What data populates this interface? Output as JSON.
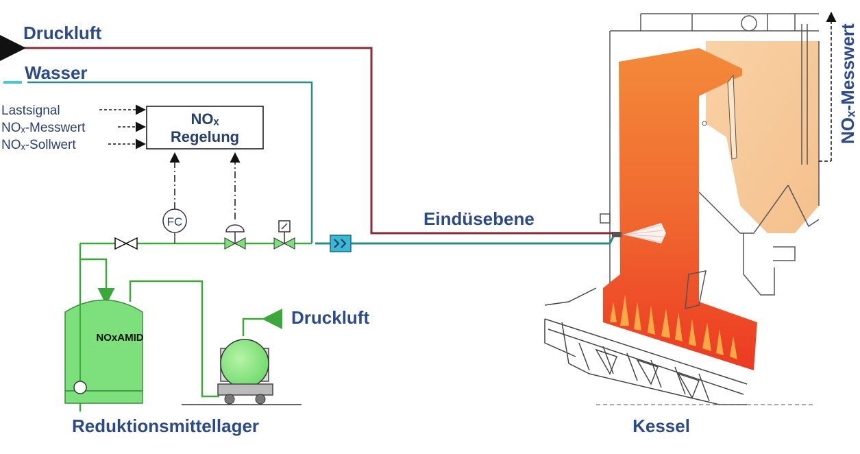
{
  "labels": {
    "druckluft_top": "Druckluft",
    "wasser": "Wasser",
    "lastsignal": "Lastsignal",
    "nox_messwert_in": "NOₓ-Messwert",
    "nox_sollwert_in": "NOₓ-Sollwert",
    "nox_regelung_line1": "NOₓ",
    "nox_regelung_line2": "Regelung",
    "fc": "FC",
    "eindusebene": "Eindüsebene",
    "druckluft_tank": "Druckluft",
    "noxamid": "NOxAMID",
    "reduktionsmittellager": "Reduktionsmittellager",
    "kessel": "Kessel",
    "nox_messwert_out": "NOₓ-Messwert"
  },
  "colors": {
    "label_blue": "#2a4a8a",
    "air_line": "#8a2a3a",
    "water_line": "#2a8a8a",
    "reagent_line": "#3aa83a",
    "tank_green": "#7de07d",
    "furnace_orange": "#f07a3a",
    "flame_red": "#e82a1a",
    "upper_pass": "#f6c89a"
  },
  "icons": {
    "valve": "gate-valve-icon",
    "control_valve": "control-valve-icon",
    "solenoid_valve": "solenoid-valve-icon",
    "static_mixer": "static-mixer-icon",
    "spray_nozzle": "spray-nozzle-icon",
    "tank_truck": "tank-truck-icon",
    "pump": "pump-icon"
  }
}
